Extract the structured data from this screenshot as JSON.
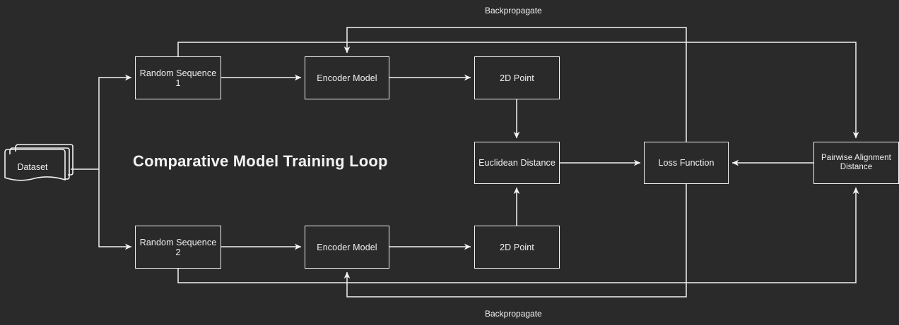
{
  "diagram": {
    "title": "Comparative Model Training Loop",
    "background_color": "#2a2a2a",
    "stroke_color": "#f2f2f2",
    "nodes": {
      "dataset": {
        "label": "Dataset",
        "shape": "multi-document"
      },
      "random_sequence_1": {
        "label": "Random Sequence 1",
        "shape": "rectangle"
      },
      "random_sequence_2": {
        "label": "Random Sequence 2",
        "shape": "rectangle"
      },
      "encoder_model_1": {
        "label": "Encoder Model",
        "shape": "rectangle"
      },
      "encoder_model_2": {
        "label": "Encoder Model",
        "shape": "rectangle"
      },
      "point_2d_1": {
        "label": "2D Point",
        "shape": "rectangle"
      },
      "point_2d_2": {
        "label": "2D Point",
        "shape": "rectangle"
      },
      "euclidean_distance": {
        "label": "Euclidean Distance",
        "shape": "rectangle"
      },
      "loss_function": {
        "label": "Loss Function",
        "shape": "rectangle"
      },
      "pairwise_alignment_distance": {
        "label": "Pairwise Alignment\nDistance",
        "shape": "rectangle"
      }
    },
    "edge_labels": {
      "backpropagate_top": "Backpropagate",
      "backpropagate_bottom": "Backpropagate"
    },
    "edges": [
      {
        "from": "dataset",
        "to": "random_sequence_1",
        "label": ""
      },
      {
        "from": "dataset",
        "to": "random_sequence_2",
        "label": ""
      },
      {
        "from": "random_sequence_1",
        "to": "encoder_model_1",
        "label": ""
      },
      {
        "from": "encoder_model_1",
        "to": "point_2d_1",
        "label": ""
      },
      {
        "from": "point_2d_1",
        "to": "euclidean_distance",
        "label": ""
      },
      {
        "from": "random_sequence_2",
        "to": "encoder_model_2",
        "label": ""
      },
      {
        "from": "encoder_model_2",
        "to": "point_2d_2",
        "label": ""
      },
      {
        "from": "point_2d_2",
        "to": "euclidean_distance",
        "label": ""
      },
      {
        "from": "euclidean_distance",
        "to": "loss_function",
        "label": ""
      },
      {
        "from": "pairwise_alignment_distance",
        "to": "loss_function",
        "label": ""
      },
      {
        "from": "random_sequence_1",
        "to": "pairwise_alignment_distance",
        "label": ""
      },
      {
        "from": "random_sequence_2",
        "to": "pairwise_alignment_distance",
        "label": ""
      },
      {
        "from": "loss_function",
        "to": "encoder_model_1",
        "label": "Backpropagate"
      },
      {
        "from": "loss_function",
        "to": "encoder_model_2",
        "label": "Backpropagate"
      }
    ]
  }
}
